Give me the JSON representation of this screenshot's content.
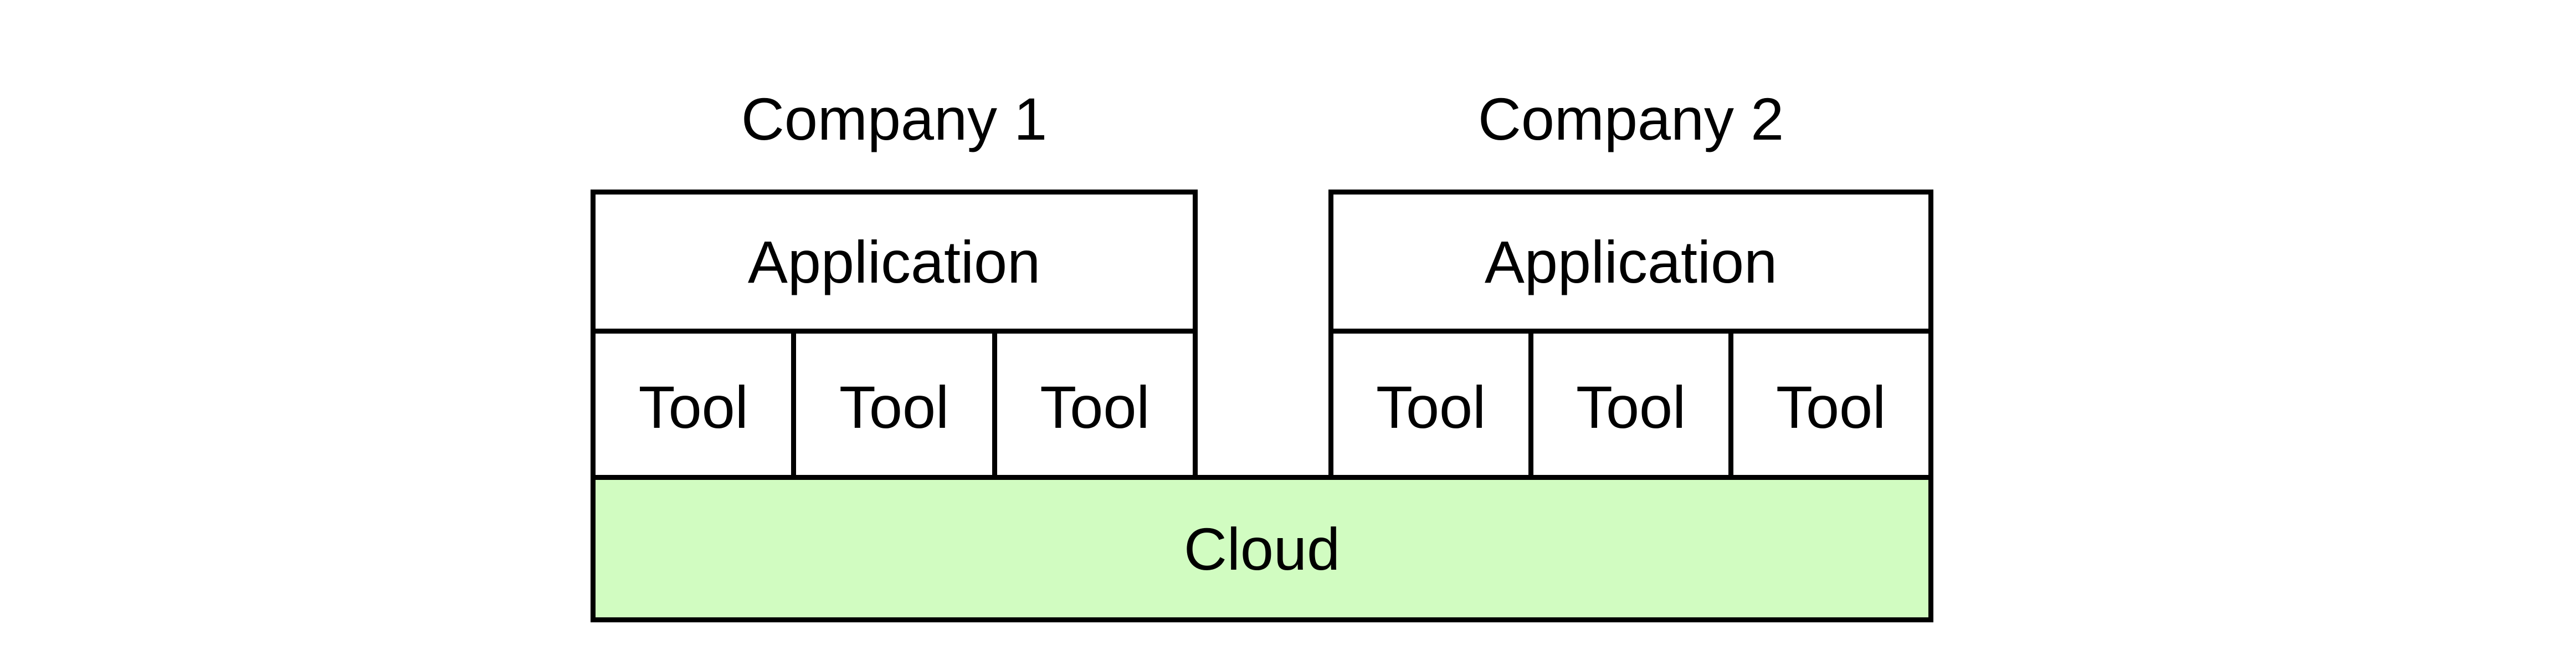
{
  "companies": [
    {
      "name": "Company 1",
      "application": "Application",
      "tools": [
        "Tool",
        "Tool",
        "Tool"
      ]
    },
    {
      "name": "Company 2",
      "application": "Application",
      "tools": [
        "Tool",
        "Tool",
        "Tool"
      ]
    }
  ],
  "cloud": {
    "label": "Cloud"
  },
  "colors": {
    "stroke": "#000000",
    "cloud_fill": "#d1fcc1",
    "box_fill": "#ffffff",
    "background": "#ffffff"
  }
}
